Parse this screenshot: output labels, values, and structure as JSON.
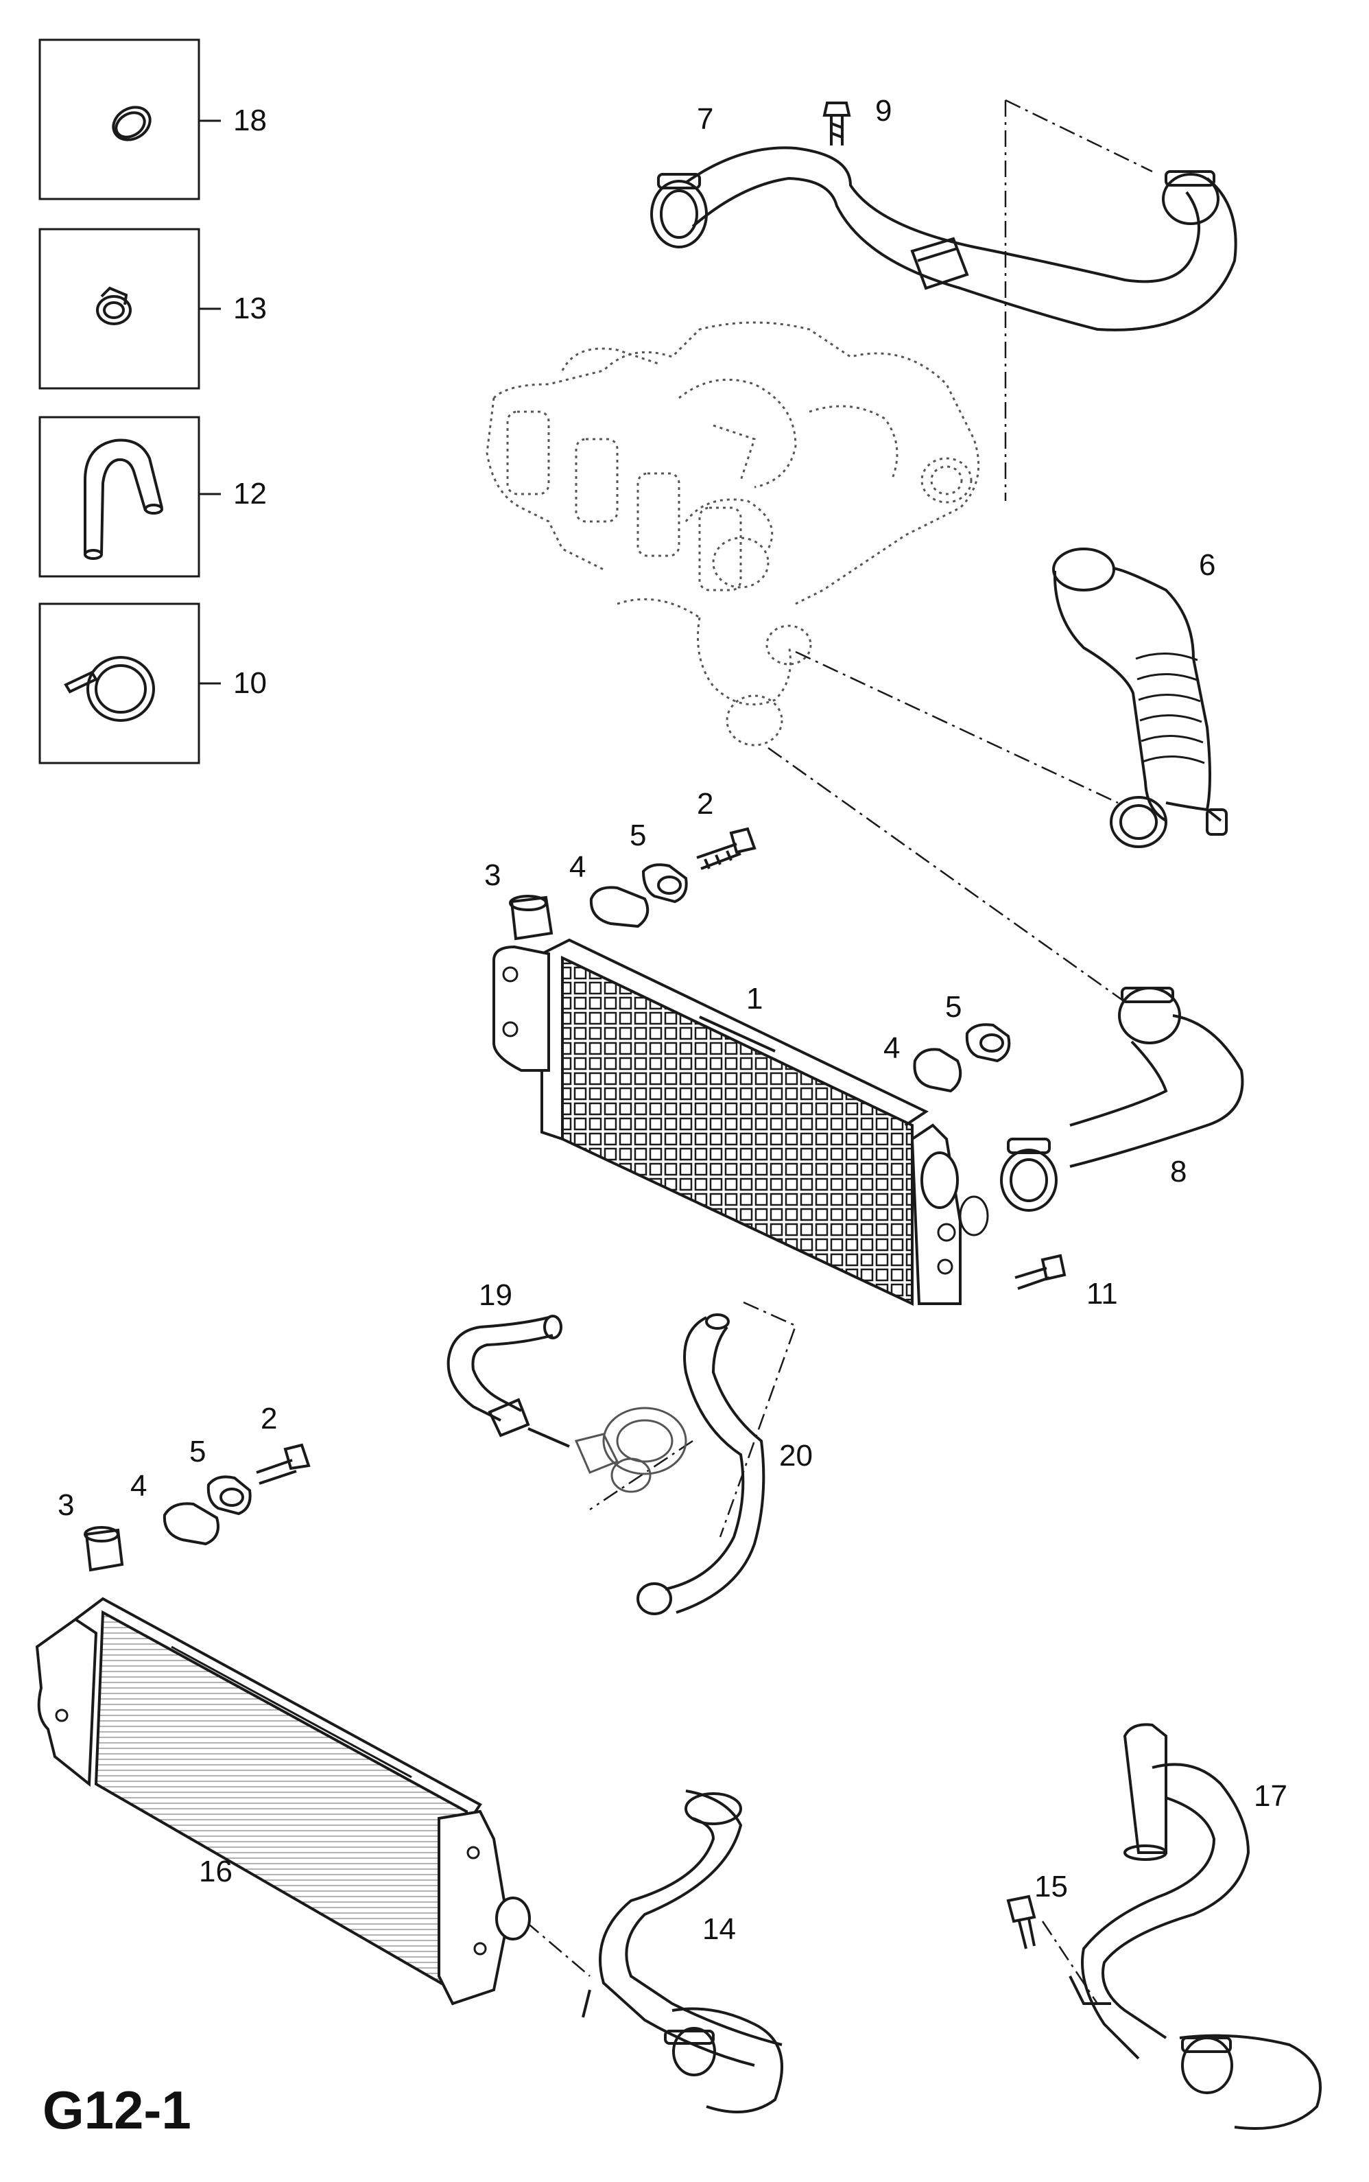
{
  "page_code": "G12-1",
  "legend": [
    "18",
    "13",
    "12",
    "10"
  ],
  "callouts": [
    "7",
    "9",
    "6",
    "2",
    "5",
    "3",
    "4",
    "1",
    "5",
    "4",
    "8",
    "11",
    "19",
    "20",
    "2",
    "5",
    "4",
    "3",
    "17",
    "15",
    "16",
    "14"
  ],
  "colors": {
    "line": "#1a1a1a",
    "dotted": "#555555",
    "background": "#ffffff"
  }
}
